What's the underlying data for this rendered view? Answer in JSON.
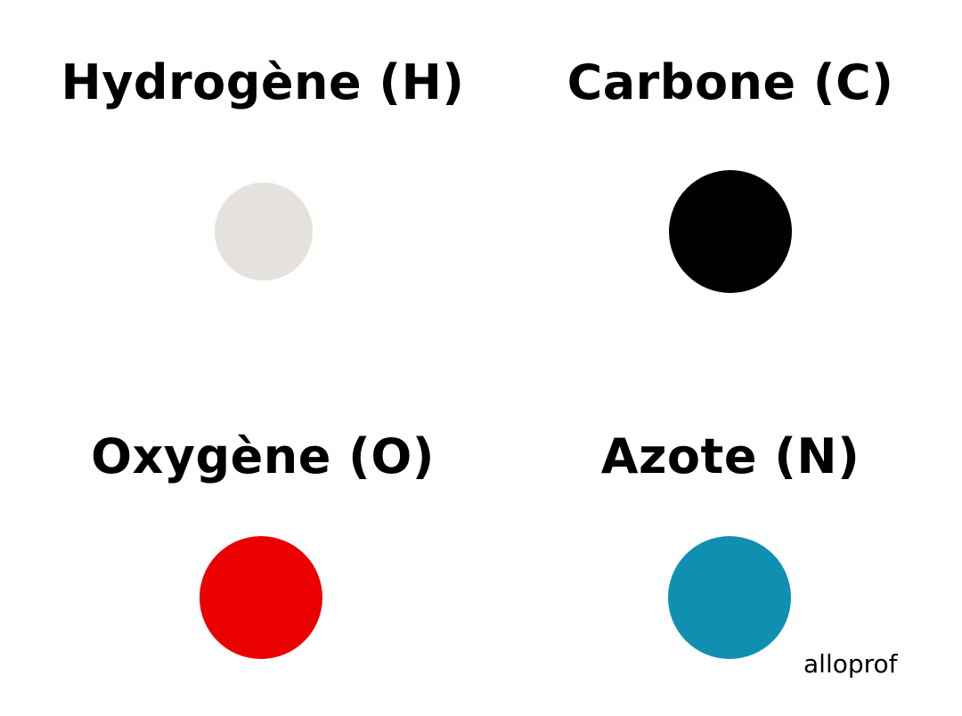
{
  "atoms": [
    {
      "label": "Hydrogène (H)",
      "color": "#e5e1dc"
    },
    {
      "label": "Carbone (C)",
      "color": "#000000"
    },
    {
      "label": "Oxygène (O)",
      "color": "#ea0000"
    },
    {
      "label": "Azote (N)",
      "color": "#118fb1"
    }
  ],
  "brand": {
    "logo_text": "alloprof"
  }
}
